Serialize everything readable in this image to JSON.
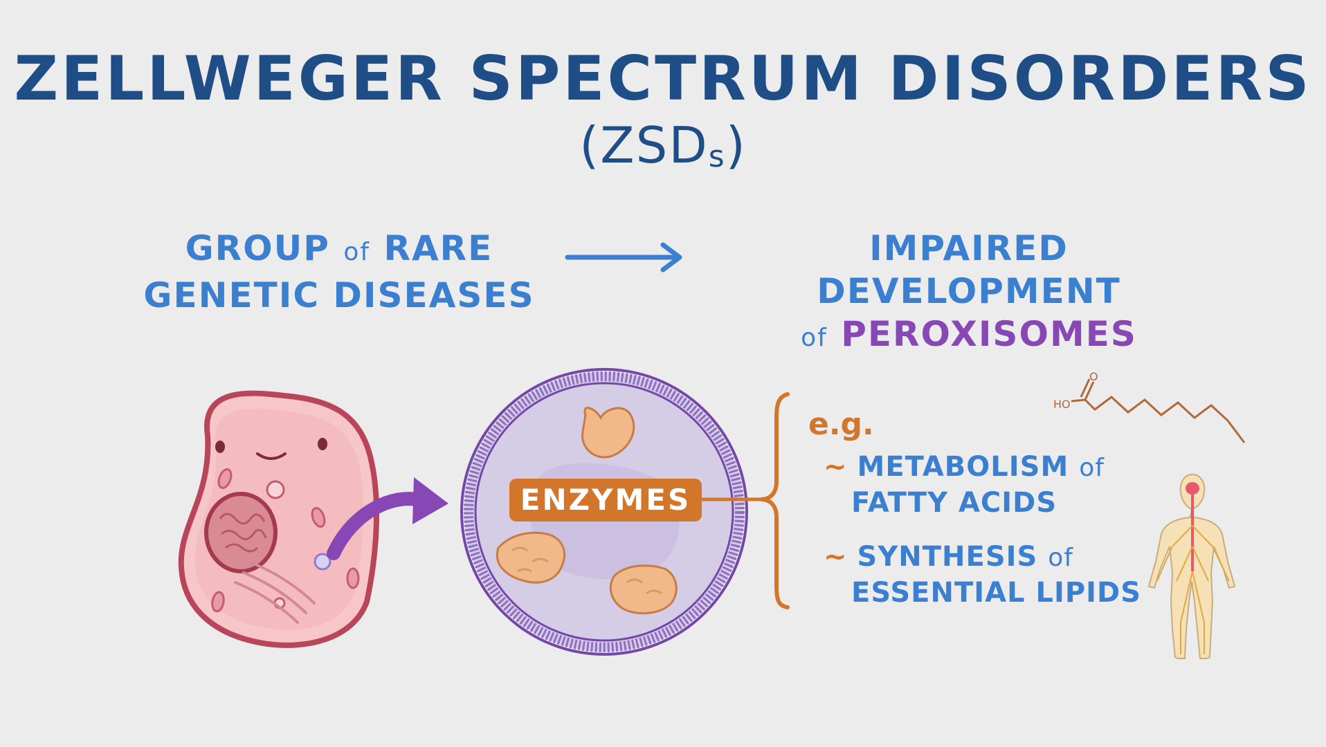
{
  "header": {
    "title": "ZELLWEGER SPECTRUM DISORDERS",
    "subtitle_main": "(ZSD",
    "subtitle_sub": "s",
    "subtitle_close": ")"
  },
  "definition": {
    "left_line1_a": "GROUP",
    "left_line1_of": "of",
    "left_line1_b": "RARE",
    "left_line2": "GENETIC DISEASES",
    "right_line1": "IMPAIRED DEVELOPMENT",
    "right_line2_of": "of",
    "right_line2_highlight": "PEROXISOMES"
  },
  "diagram": {
    "enzymes_label": "ENZYMES",
    "eg_label": "e.g.",
    "bullet1_a": "METABOLISM",
    "bullet1_of": "of",
    "bullet1_b": "FATTY ACIDS",
    "bullet2_a": "SYNTHESIS",
    "bullet2_of": "of",
    "bullet2_b": "ESSENTIAL LIPIDS",
    "tilde": "~",
    "molecule_ho": "HO",
    "molecule_o": "O"
  },
  "colors": {
    "title": "#1f4e86",
    "blue": "#3b7fd0",
    "purple": "#8747b5",
    "orange": "#d2762c",
    "background": "#ececec"
  }
}
